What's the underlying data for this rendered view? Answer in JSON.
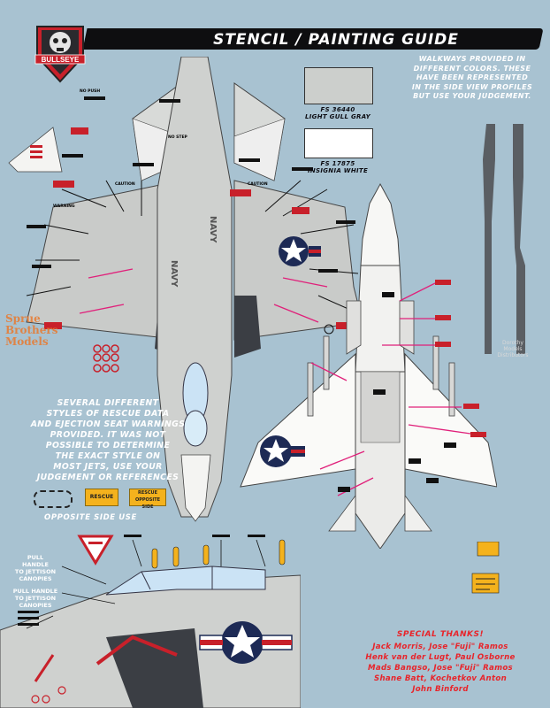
{
  "header": {
    "title": "STENCIL / PAINTING GUIDE",
    "logo_text": "BULLSEYE",
    "logo_icon": "skull-target-icon"
  },
  "swatches": [
    {
      "code": "FS 36440",
      "name": "LIGHT GULL GRAY",
      "color": "#cccfcc"
    },
    {
      "code": "FS 17875",
      "name": "INSIGNIA WHITE",
      "color": "#ffffff"
    }
  ],
  "notes": {
    "walkways": [
      "WALKWAYS PROVIDED IN",
      "DIFFERENT COLORS. THESE",
      "HAVE BEEN REPRESENTED",
      "IN THE SIDE VIEW PROFILES",
      "BUT USE YOUR JUDGEMENT."
    ],
    "rescue": [
      "SEVERAL DIFFERENT",
      "STYLES OF RESCUE DATA",
      "AND EJECTION SEAT WARNINGS",
      "PROVIDED. IT WAS NOT",
      "POSSIBLE TO DETERMINE",
      "THE EXACT STYLE ON",
      "MOST JETS, USE YOUR",
      "JUDGEMENT OR REFERENCES"
    ],
    "opposite_side": "OPPOSITE SIDE USE",
    "pull_handle_1": [
      "PULL",
      "HANDLE",
      "TO JETTISON",
      "CANOPIES"
    ],
    "pull_handle_2": [
      "PULL HANDLE",
      "TO JETTISON",
      "CANOPIES"
    ]
  },
  "labels": {
    "rescue_label": "RESCUE",
    "rescue_opposite": "RESCUE OPPOSITE SIDE",
    "no_push": "NO PUSH",
    "no_step": "NO STEP",
    "caution": "CAUTION",
    "warning": "WARNING",
    "navy": "NAVY"
  },
  "thanks": {
    "title": "SPECIAL THANKS!",
    "lines": [
      "Jack Morris, Jose \"Fuji\" Ramos",
      "Henk van der Lugt, Paul Osborne",
      "Mads Bangso, Jose \"Fuji\" Ramos",
      "Shane Batt, Kochetkov Anton",
      "John Binford"
    ]
  },
  "watermarks": {
    "sprue_1": "Sprue",
    "sprue_2": "Brothers",
    "sprue_3": "Models",
    "dm_1": "Dorothy",
    "dm_2": "Models",
    "dm_3": "Distributors"
  },
  "colors": {
    "background": "#a8c2d1",
    "light_gull_gray": "#cccfcc",
    "insignia_white": "#ffffff",
    "insignia_blue": "#1d2a55",
    "red": "#c8202a",
    "pink_leader": "#e0207a",
    "walkway_dark": "#5a5e63"
  }
}
